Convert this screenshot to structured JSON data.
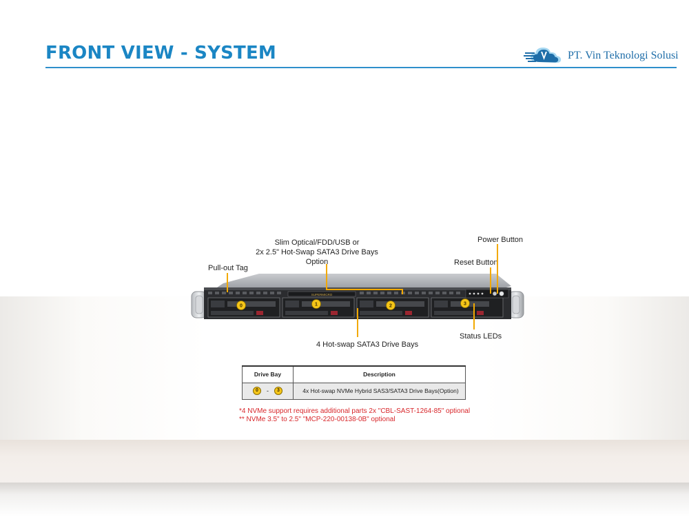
{
  "header": {
    "title": "FRONT VIEW - SYSTEM",
    "company": "PT. Vin Teknologi Solusi"
  },
  "callouts": {
    "slim_line1": "Slim Optical/FDD/USB or",
    "slim_line2": "2x 2.5\" Hot-Swap SATA3 Drive Bays",
    "slim_line3": "Option",
    "pull_out_tag": "Pull-out Tag",
    "power_button": "Power Button",
    "reset_button": "Reset Button",
    "drive_bays": "4 Hot-swap SATA3 Drive Bays",
    "status_leds": "Status LEDs"
  },
  "server": {
    "bays": [
      "0",
      "1",
      "2",
      "3"
    ]
  },
  "table": {
    "headers": [
      "Drive Bay",
      "Description"
    ],
    "rows": [
      {
        "bay_from": "0",
        "separator": "-",
        "bay_to": "3",
        "description": "4x Hot-swap NVMe Hybrid SAS3/SATA3 Drive  Bays(Option)"
      }
    ]
  },
  "notes": [
    "*4 NVMe support requires additional parts 2x \"CBL-SAST-1264-85\" optional",
    "** NVMe 3.5\" to 2.5\" \"MCP-220-00138-0B\" optional"
  ],
  "colors": {
    "title": "#1b86c4",
    "accent_leader": "#f2a900",
    "note_red": "#d8262a",
    "bay_badge": "#f5c518"
  }
}
